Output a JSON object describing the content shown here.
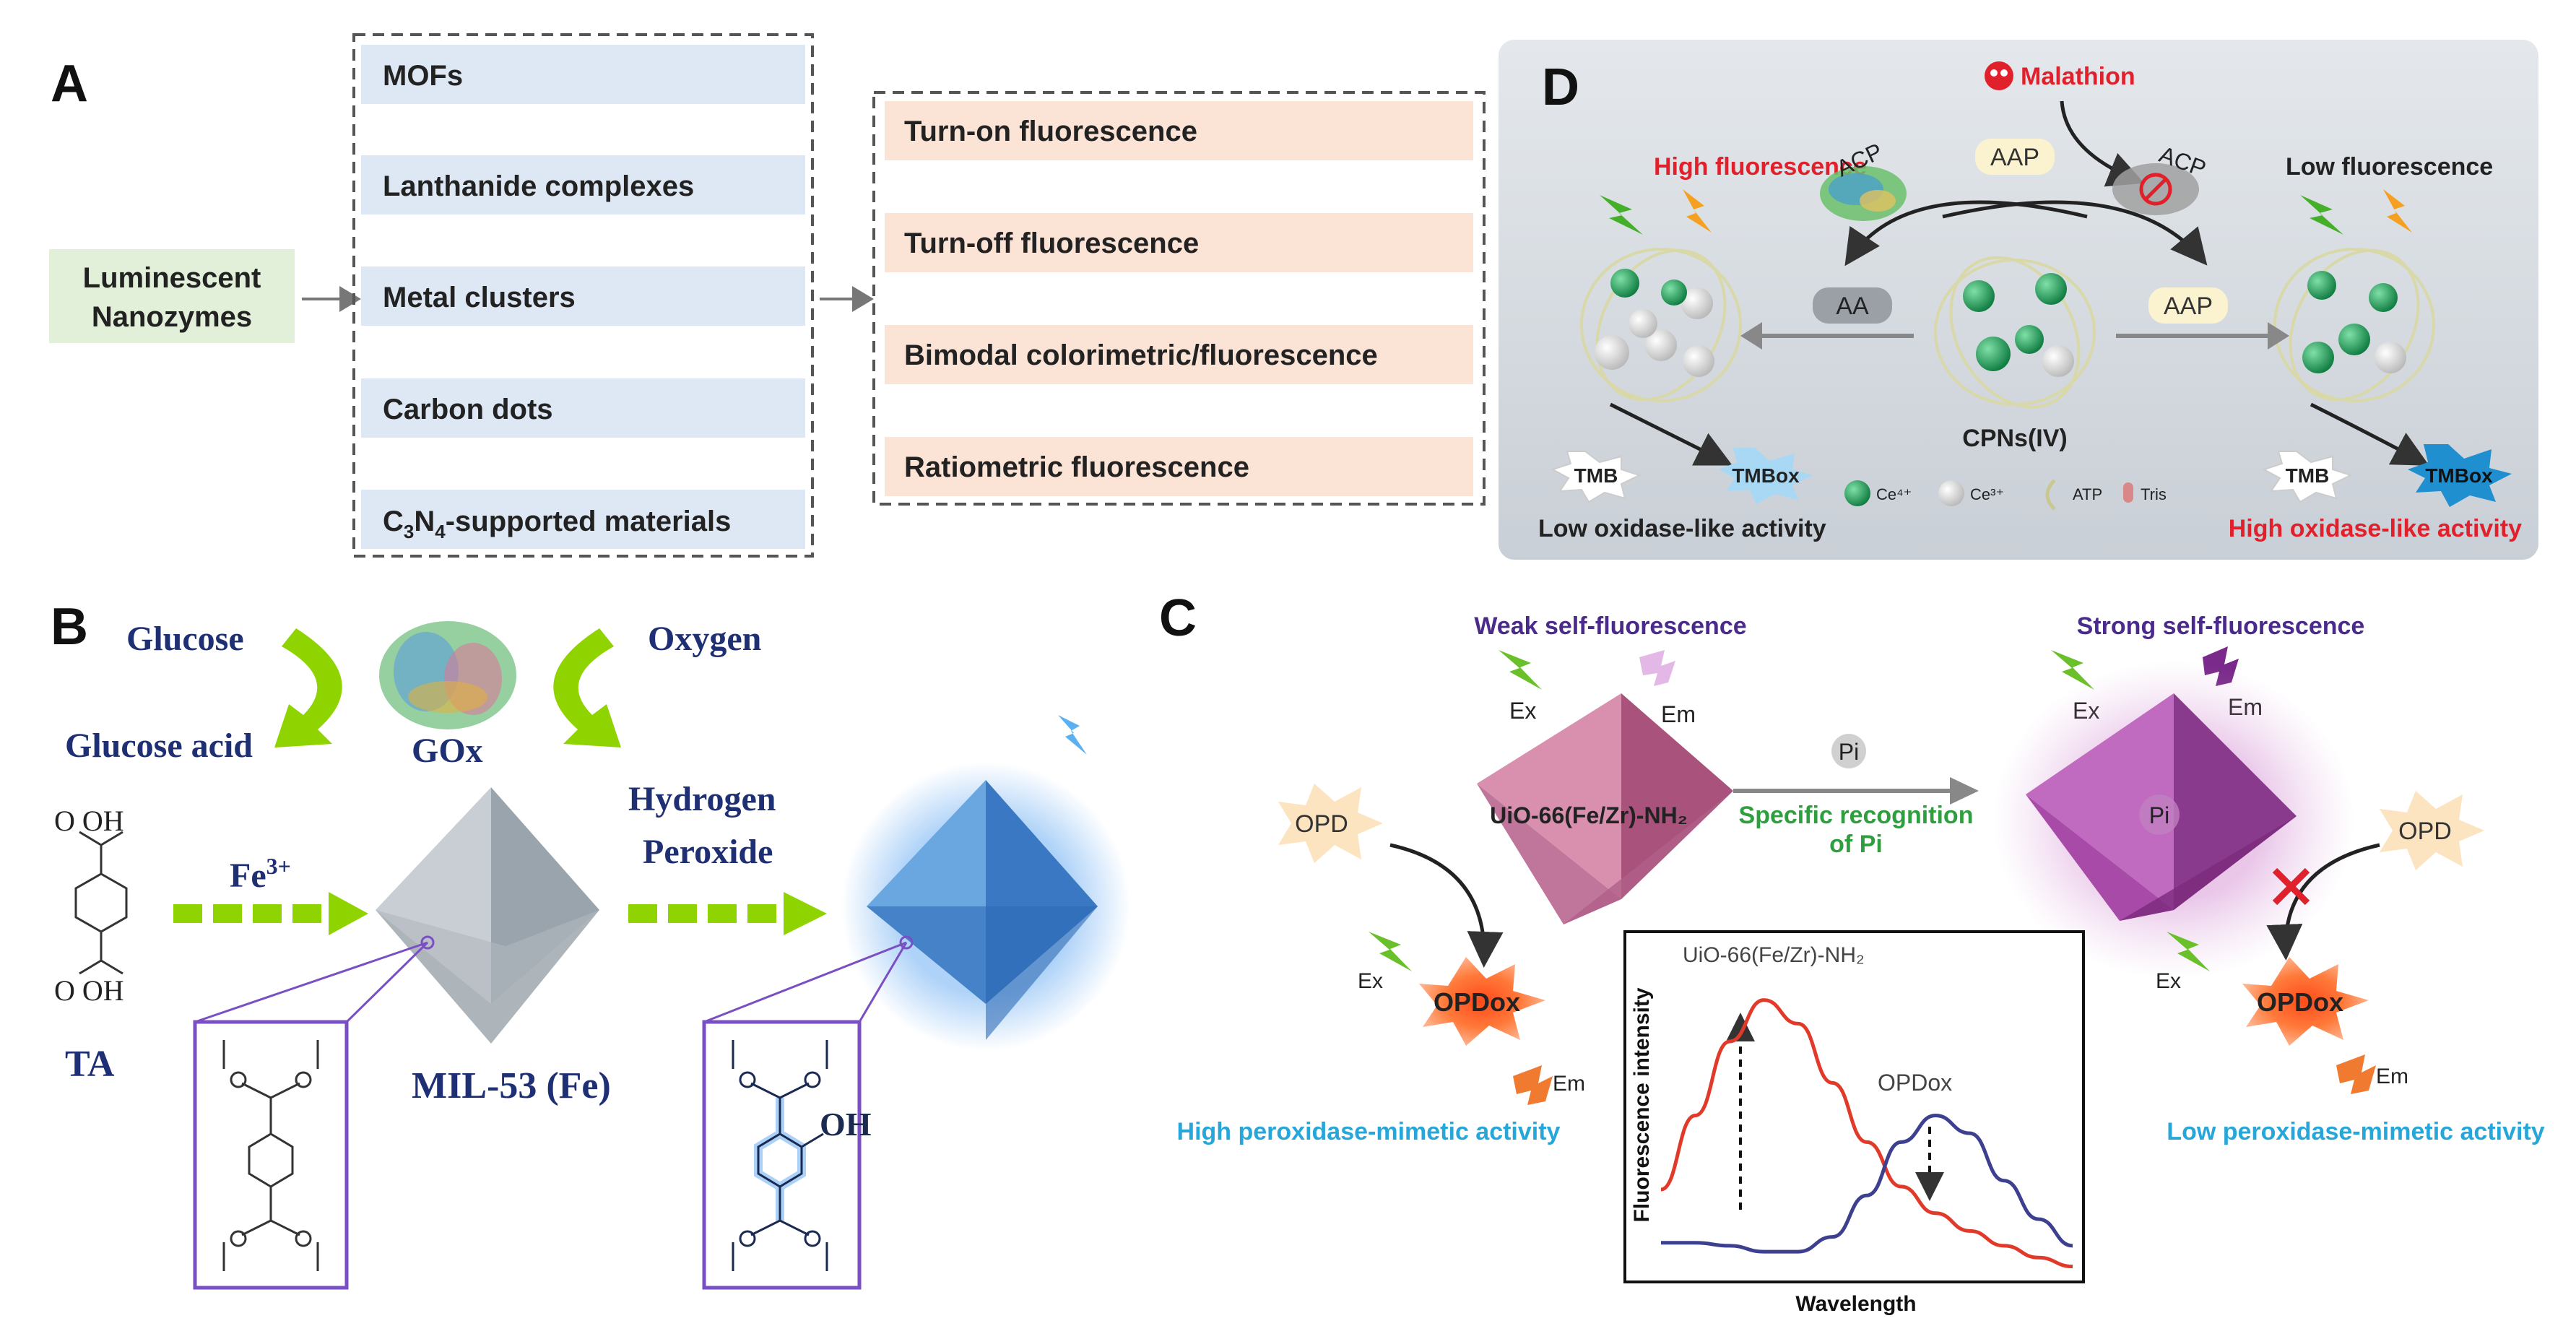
{
  "panel_a": {
    "letter": "A",
    "source": "Luminescent Nanozymes",
    "source_line1": "Luminescent",
    "source_line2": "Nanozymes",
    "materials": [
      "MOFs",
      "Lanthanide complexes",
      "Metal clusters",
      "Carbon dots",
      "C3N4-supported materials"
    ],
    "last_material": {
      "pre": "C",
      "sub1": "3",
      "mid": "N",
      "sub2": "4",
      "post": "-supported materials"
    },
    "modes": [
      "Turn-on fluorescence",
      "Turn-off fluorescence",
      "Bimodal colorimetric/fluorescence",
      "Ratiometric fluorescence"
    ],
    "colors": {
      "material_bg": "#dde8f4",
      "mode_bg": "#fbe3d6",
      "source_bg": "#e2efd9"
    }
  },
  "panel_b": {
    "letter": "B",
    "glucose": "Glucose",
    "oxygen": "Oxygen",
    "glucose_acid": "Glucose acid",
    "gox": "GOx",
    "hydrogen": "Hydrogen",
    "peroxide": "Peroxide",
    "fe": "Fe",
    "fe_sup": "3+",
    "ta": "TA",
    "mil": "MIL-53 (Fe)",
    "oh_top": "O  OH",
    "oh_bottom": "O  OH",
    "oh_product": "OH",
    "colors": {
      "label": "#1f2f73",
      "arrow": "#8fd400",
      "frame": "#7a4fc4",
      "glow": "#4a9bf0"
    }
  },
  "panel_c": {
    "letter": "C",
    "weak": "Weak self-fluorescence",
    "strong": "Strong self-fluorescence",
    "ex": "Ex",
    "em": "Em",
    "mof": "UiO-66(Fe/Zr)-NH₂",
    "pi": "Pi",
    "recog1": "Specific recognition",
    "recog2": "of Pi",
    "opd": "OPD",
    "opdox": "OPDox",
    "high_perox": "High peroxidase-mimetic activity",
    "low_perox": "Low peroxidase-mimetic activity",
    "colors": {
      "title": "#4a2a8a",
      "activity": "#27a6d9",
      "recog": "#2e9e3e"
    }
  },
  "chart_data": {
    "type": "line",
    "title": "",
    "xlabel": "Wavelength",
    "ylabel": "Fluorescence intensity",
    "grid": false,
    "series": [
      {
        "name": "UiO-66(Fe/Zr)-NH₂",
        "color": "#e23a2a",
        "values": [
          0.3,
          0.55,
          0.8,
          0.94,
          0.86,
          0.66,
          0.46,
          0.31,
          0.22,
          0.16,
          0.11,
          0.07,
          0.04
        ]
      },
      {
        "name": "OPDox",
        "color": "#3d3f8f",
        "values": [
          0.12,
          0.12,
          0.11,
          0.09,
          0.09,
          0.14,
          0.28,
          0.46,
          0.55,
          0.49,
          0.33,
          0.2,
          0.11
        ]
      }
    ]
  },
  "panel_d": {
    "letter": "D",
    "malathion": "Malathion",
    "high_fl": "High fluorescence",
    "low_fl": "Low fluorescence",
    "acp": "ACP",
    "aap": "AAP",
    "aa": "AA",
    "cpns": "CPNs(IV)",
    "tmb": "TMB",
    "tmbox": "TMBox",
    "ce4": "Ce⁴⁺",
    "ce3": "Ce³⁺",
    "atp": "ATP",
    "tris": "Tris",
    "low_ox": "Low oxidase-like activity",
    "high_ox": "High oxidase-like activity",
    "colors": {
      "alert": "#e0202a",
      "bg": "#dde2e8"
    }
  }
}
